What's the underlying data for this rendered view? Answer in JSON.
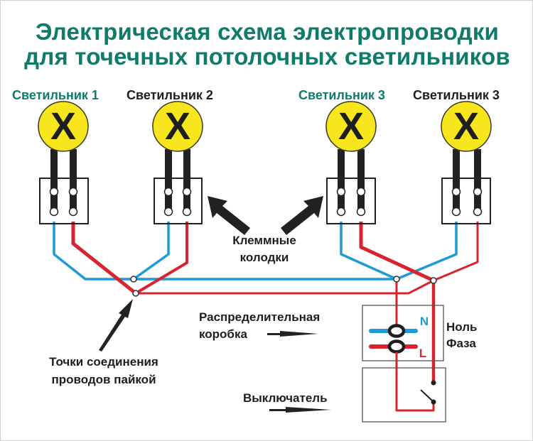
{
  "title": {
    "line1": "Электрическая схема электропроводки",
    "line2": "для точечных потолочных светильников"
  },
  "lamps": [
    {
      "label": "Светильник 1",
      "label_color": "#0f7b69",
      "symbol": "X"
    },
    {
      "label": "Светильник 2",
      "label_color": "#1e1e1e",
      "symbol": "X"
    },
    {
      "label": "Светильник 3",
      "label_color": "#0f7b69",
      "symbol": "X"
    },
    {
      "label": "Светильник 3",
      "label_color": "#1e1e1e",
      "symbol": "X"
    }
  ],
  "annotations": {
    "terminal_blocks_line1": "Клеммные",
    "terminal_blocks_line2": "колодки",
    "solder_points_line1": "Точки соединения",
    "solder_points_line2": "проводов пайкой",
    "junction_box_line1": "Распределительная",
    "junction_box_line2": "коробка",
    "switch": "Выключатель"
  },
  "junction_box": {
    "neutral_letter": "N",
    "phase_letter": "L",
    "neutral_label": "Ноль",
    "phase_label": "Фаза"
  },
  "colors": {
    "title": "#0f7b69",
    "neutral_wire": "#1e9ad6",
    "phase_wire": "#d9232e",
    "lamp_fill": "#f7e51e",
    "lamp_wire": "#222222",
    "neutral_letter": "#1e9ad6",
    "phase_letter": "#d9232e"
  }
}
